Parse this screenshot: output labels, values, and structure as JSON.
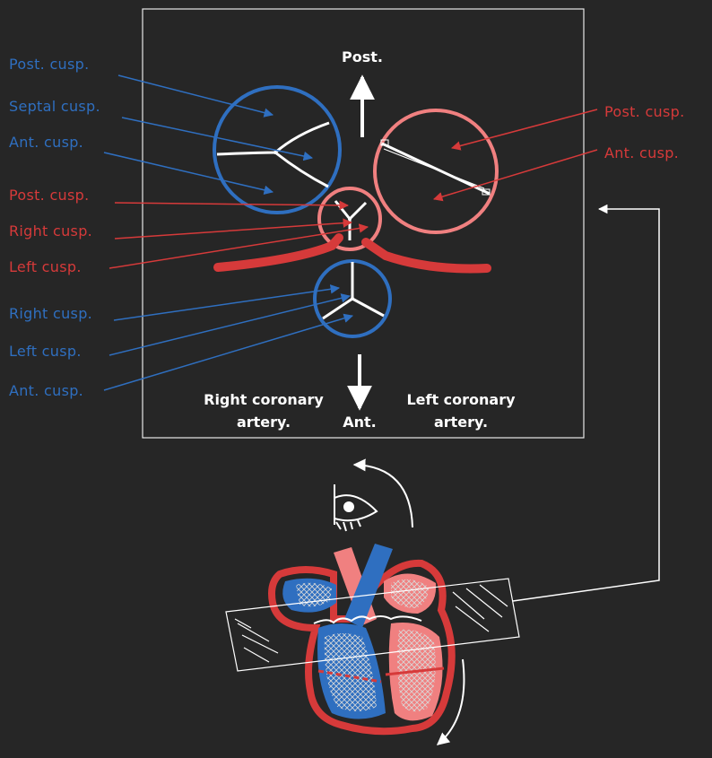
{
  "colors": {
    "background": "#262626",
    "blue": "#2f6fc0",
    "red": "#d63a3a",
    "pink": "#f08080",
    "white": "#ffffff"
  },
  "directions": {
    "top": "Post.",
    "bottom": "Ant."
  },
  "coronary": {
    "right_line1": "Right coronary",
    "right_line2": "artery.",
    "left_line1": "Left coronary",
    "left_line2": "artery."
  },
  "labels_left": [
    "Post. cusp.",
    "Septal cusp.",
    "Ant. cusp.",
    "Post. cusp.",
    "Right cusp.",
    "Left cusp.",
    "Right cusp.",
    "Left cusp.",
    "Ant. cusp."
  ],
  "labels_right": [
    "Post. cusp.",
    "Ant. cusp."
  ],
  "icons": [
    "eye-icon",
    "rotate-arrow-icon"
  ]
}
